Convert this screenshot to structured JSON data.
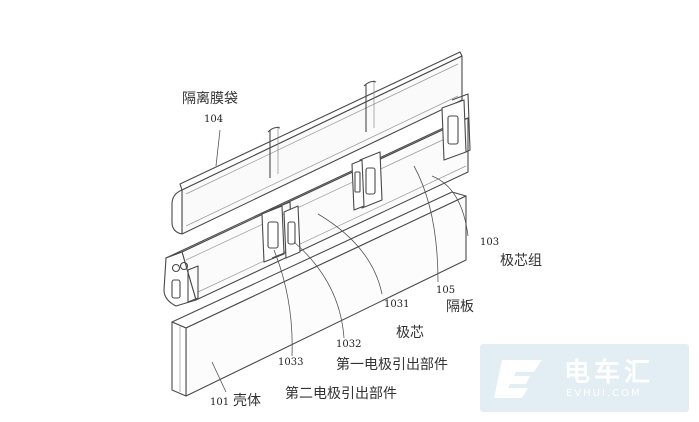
{
  "labels": {
    "separator_bag_name": "隔离膜袋",
    "separator_bag_no": "104",
    "core_group_no": "103",
    "core_group_name": "极芯组",
    "separator_plate_no": "105",
    "separator_plate_name": "隔板",
    "electrode_core_no": "1031",
    "electrode_core_name": "极芯",
    "lead2_no": "1032",
    "lead1_no": "1033",
    "lead1_name": "第一电极引出部件",
    "lead2_name": "第二电极引出部件",
    "shell_no": "101",
    "shell_name": "壳体"
  },
  "watermark": {
    "name": "电车汇",
    "url": "EVHUI.COM",
    "logo_icon": "ev-logo-icon"
  }
}
